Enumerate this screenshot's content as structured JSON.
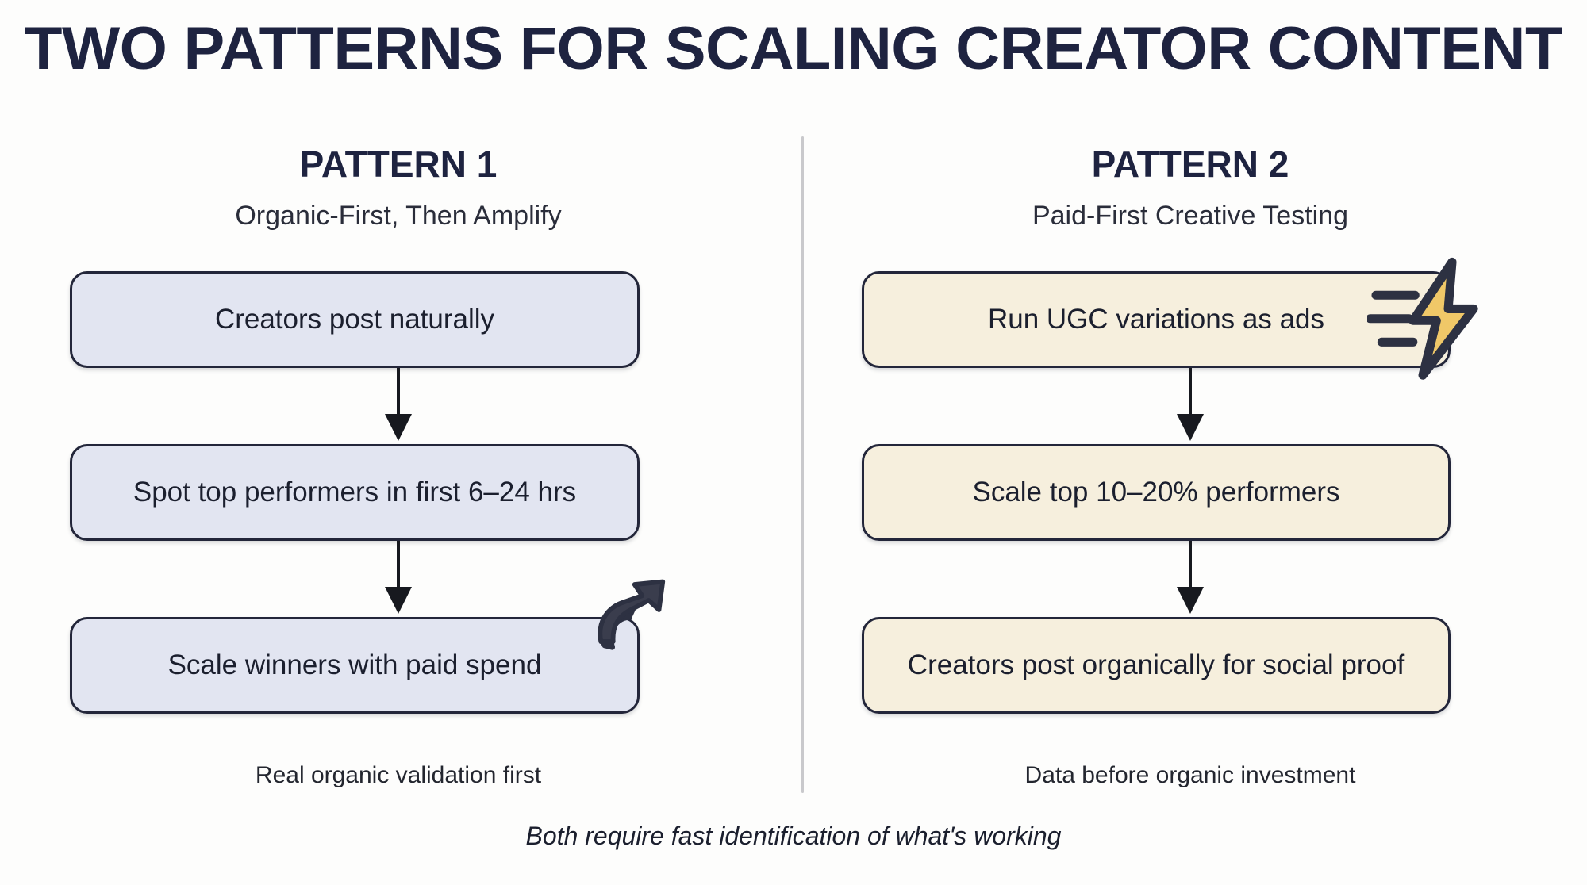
{
  "title": "TWO PATTERNS FOR SCALING CREATOR CONTENT",
  "footer_note": "Both require fast identification of what's working",
  "colors": {
    "background": "#fdfdfc",
    "ink": "#1e2340",
    "node_border": "#23263a",
    "left_node_fill": "#e2e5f1",
    "right_node_fill": "#f6efdd",
    "bolt_yellow": "#f0c868",
    "flame_orange": "#e8875a",
    "divider": "#c9c9cc"
  },
  "columns": [
    {
      "title": "PATTERN 1",
      "subtitle": "Organic-First, Then Amplify",
      "caption": "Real organic validation first",
      "icon": "growth-arrow-icon",
      "steps": [
        {
          "label": "Creators post naturally"
        },
        {
          "label": "Spot top performers in first 6–24 hrs"
        },
        {
          "label": "Scale winners with paid spend"
        }
      ]
    },
    {
      "title": "PATTERN 2",
      "subtitle": "Paid-First Creative Testing",
      "caption": "Data before organic investment",
      "icon": "lightning-bolt-icon",
      "steps": [
        {
          "label": "Run UGC variations as ads"
        },
        {
          "label": "Scale top 10–20% performers"
        },
        {
          "label": "Creators post organically for social proof"
        }
      ]
    }
  ]
}
